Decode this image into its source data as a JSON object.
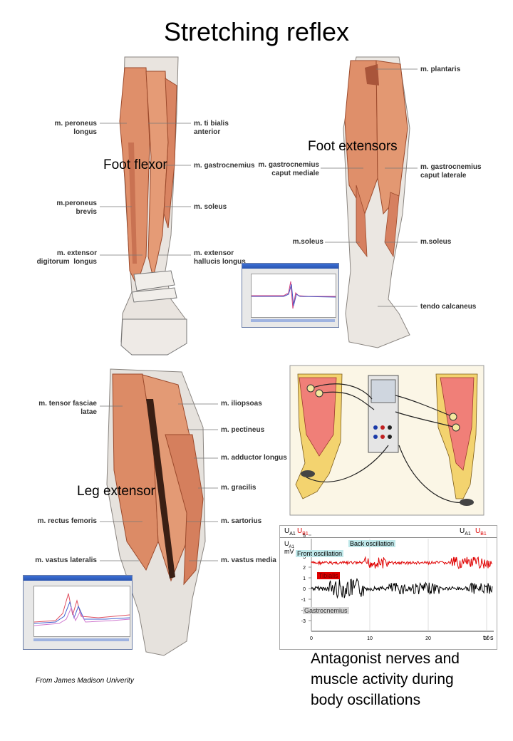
{
  "title": "Stretching reflex",
  "leg_front_labels": {
    "peroneus_longus": "m. peroneus\nlongus",
    "tibialis_anterior": "m. ti bialis\nanterior",
    "gastrocnemius": "m. gastrocnemius",
    "peroneus_brevis": "m.peroneus\nbrevis",
    "soleus": "m. soleus",
    "extensor_digitorum": "m. extensor\ndigitorum  longus",
    "extensor_hallucis": "m. extensor\nhallucis longus"
  },
  "leg_back_labels": {
    "plantaris": "m. plantaris",
    "gastro_mediale": "m. gastrocnemius\ncaput mediale",
    "gastro_laterale": "m. gastrocnemius\ncaput laterale",
    "soleus_left": "m.soleus",
    "soleus_right": "m.soleus",
    "tendo": "tendo calcaneus"
  },
  "thigh_labels": {
    "tensor": "m. tensor fasciae\nlatae",
    "iliopsoas": "m. iliopsoas",
    "pectineus": "m. pectineus",
    "adductor": "m. adductor longus",
    "gracilis": "m. gracilis",
    "rectus": "m. rectus femoris",
    "sartorius": "m. sartorius",
    "vastus_lateralis": "m. vastus lateralis",
    "vastus_media": "m. vastus media"
  },
  "overlays": {
    "foot_flexor": "Foot flexor",
    "foot_extensors": "Foot extensors",
    "leg_extensor": "Leg extensor"
  },
  "recording": {
    "header_left_1": "U",
    "header_left_1_sub": "A1",
    "header_left_2": "U",
    "header_left_2_sub": "B1",
    "header_right_1": "U",
    "header_right_1_sub": "A1",
    "header_right_2": "U",
    "header_right_2_sub": "B1",
    "axis_unit": "U",
    "axis_unit_sub": "A1",
    "axis_unit2": "mV",
    "back_oscillation": "Back oscillation",
    "front_oscillation": "Front oscillation",
    "tibialis": "Tibialis",
    "gastrocnemius": "Gastrocnemius",
    "x_unit": "t / s",
    "y_ticks": [
      "5",
      "3",
      "2",
      "1",
      "0",
      "-1",
      "-2",
      "-3"
    ],
    "x_ticks": [
      "0",
      "10",
      "20",
      "30"
    ],
    "colors": {
      "tibialis": "#e00000",
      "gastrocnemius": "#000000"
    }
  },
  "caption": [
    "Antagonist nerves and",
    "muscle activity during",
    "body oscillations"
  ],
  "credit": "From James Madison Univerity"
}
